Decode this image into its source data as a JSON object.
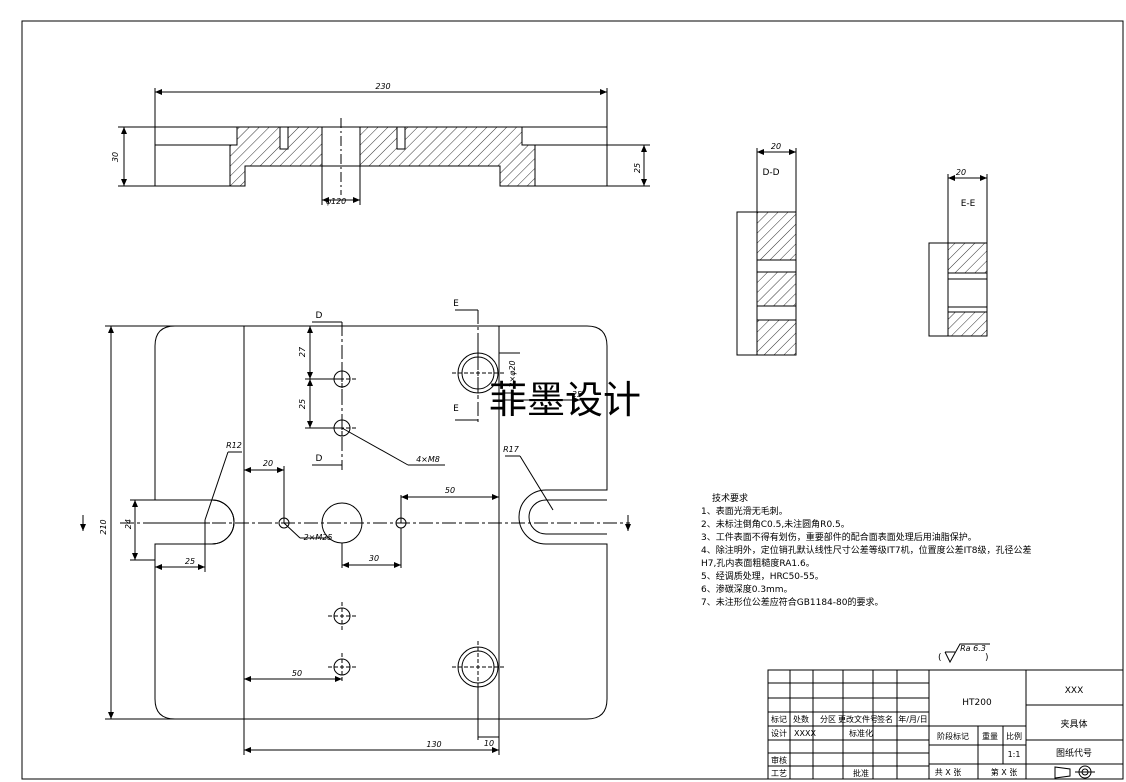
{
  "drawing": {
    "watermark": "菲墨设计",
    "front_view": {
      "dims": {
        "overall_width": "230",
        "height_left": "30",
        "height_right": "25",
        "bore": "φ120"
      }
    },
    "sections": [
      {
        "title": "D-D",
        "dim": "20"
      },
      {
        "title": "E-E",
        "dim": "20"
      }
    ],
    "plan_view": {
      "section_marks": [
        "D",
        "D",
        "E",
        "E"
      ],
      "dims": {
        "left_height": "210",
        "slot_width": "24",
        "radius_left": "R12",
        "radius_right": "R17",
        "slot_depth": "25",
        "right_slot": "25",
        "hole_offset": "20",
        "pitch_top": "27",
        "pitch_mid": "25",
        "tap_note": "4×M8",
        "pin_note": "2×M25",
        "dist_50_mid": "50",
        "dist_30": "30",
        "dist_50_bottom": "50",
        "dist_130": "130",
        "dist_10": "10",
        "big_hole": "2×φ20"
      }
    },
    "tech_requirements": {
      "title": "技术要求",
      "items": [
        "1、表面光滑无毛刺。",
        "2、未标注倒角C0.5,未注圆角R0.5。",
        "3、工件表面不得有划伤，重要部件的配合面表面处理后用油脂保护。",
        "4、除注明外，定位销孔默认线性尺寸公差等级IT7机，位置度公差IT8级，孔径公差",
        "H7,孔内表面粗糙度RA1.6。",
        "5、经调质处理，HRC50-55。",
        "6、渗碳深度0.3mm。",
        "7、未注形位公差应符合GB1184-80的要求。"
      ]
    },
    "surface_finish": {
      "label": "Ra 6.3"
    },
    "title_block": {
      "material": "HT200",
      "company": "XXX",
      "part_name": "夹具体",
      "drawing_no": "图纸代号",
      "scale_label": "比例",
      "scale": "1:1",
      "stage_label": "阶段标记",
      "weight_label": "重量",
      "total_sheets": "共 X 张",
      "sheet_no": "第 X 张",
      "row_labels": {
        "mark": "标记",
        "count": "处数",
        "zone": "分区",
        "doc": "更改文件号",
        "sign": "签名",
        "date": "年/月/日",
        "design": "设计",
        "design_name": "XXXX",
        "standard": "标准化",
        "review": "审核",
        "process": "工艺",
        "approve": "批准"
      }
    }
  }
}
